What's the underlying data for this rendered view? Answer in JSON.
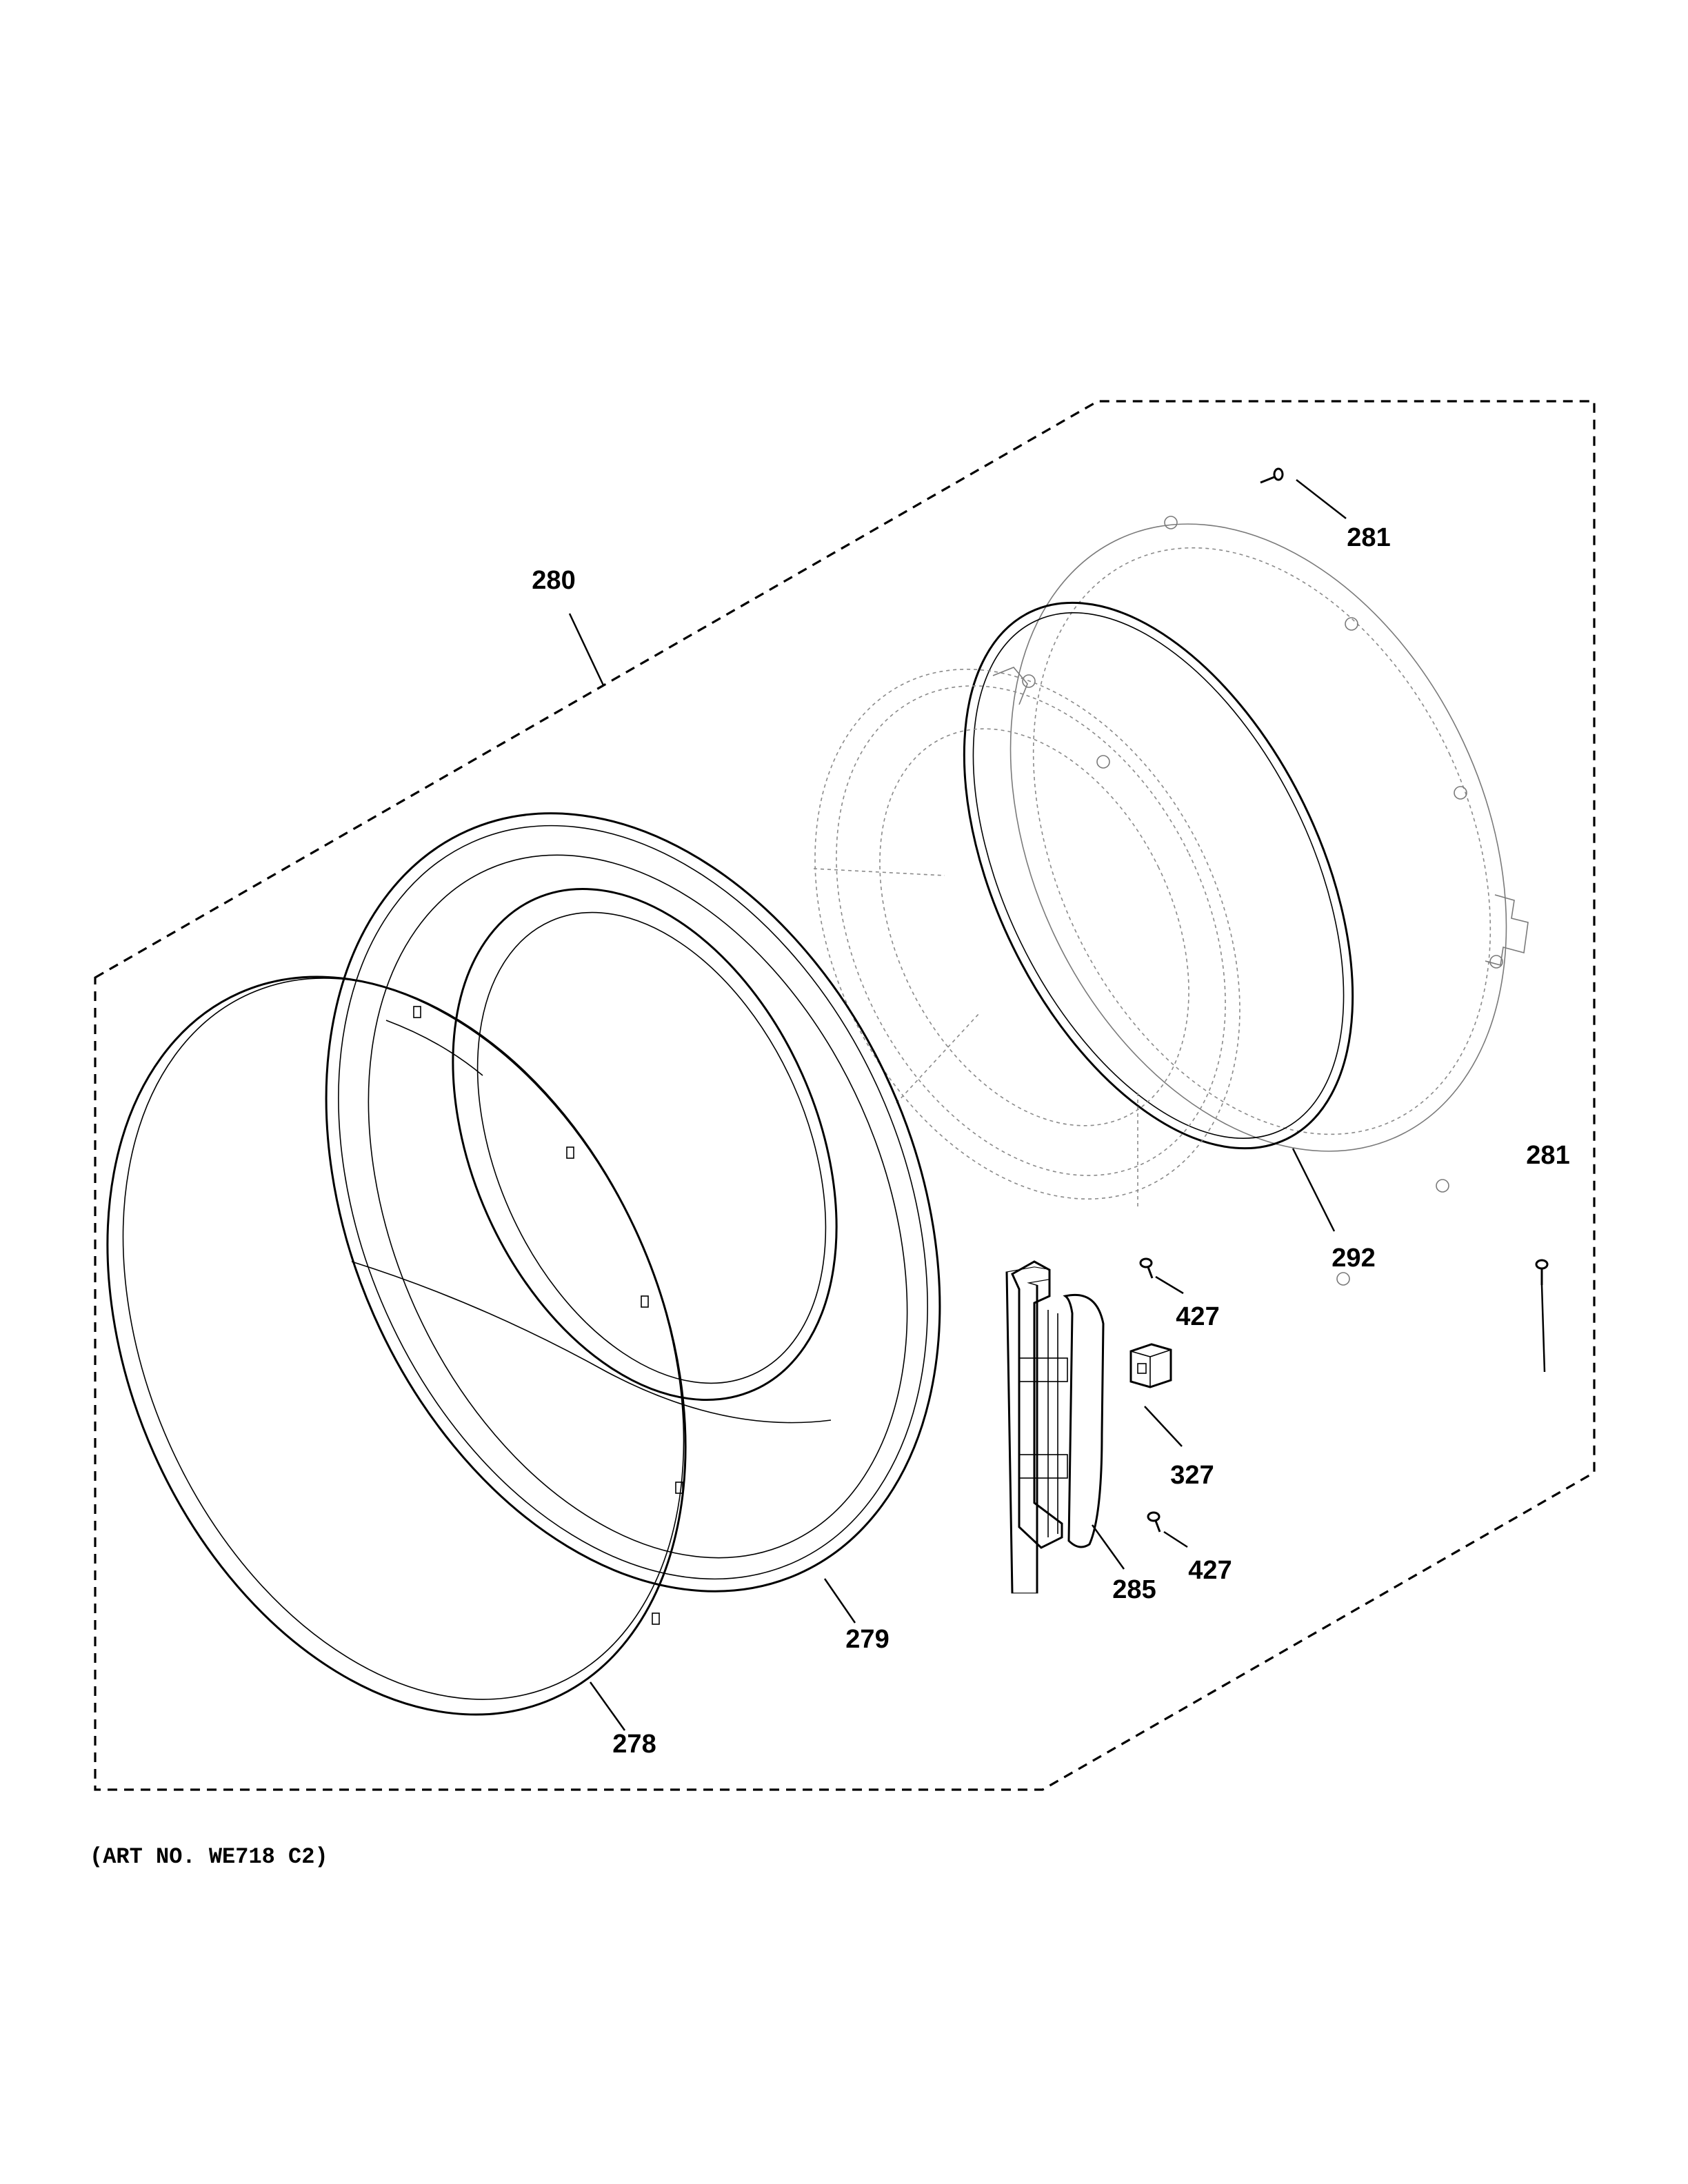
{
  "art_number": "(ART NO. WE718 C2)",
  "callouts": {
    "c280": "280",
    "c281_top": "281",
    "c281_right": "281",
    "c292": "292",
    "c427_top": "427",
    "c327": "327",
    "c427_bottom": "427",
    "c285": "285",
    "c279": "279",
    "c278": "278"
  }
}
